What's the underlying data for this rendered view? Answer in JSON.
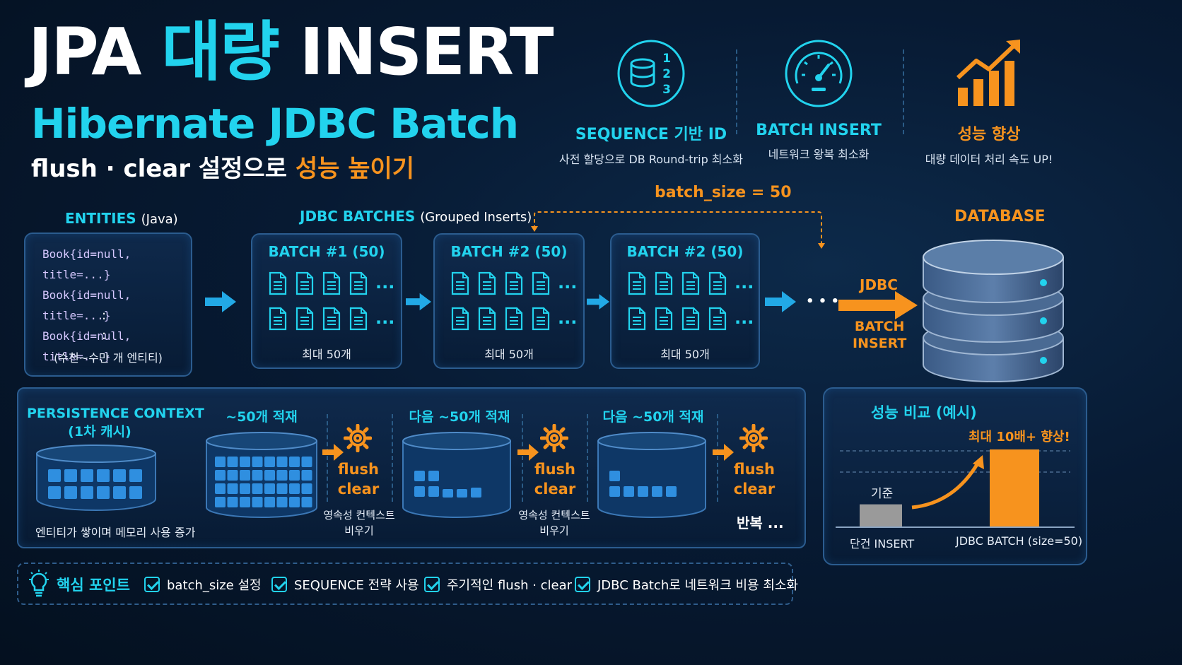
{
  "title": {
    "line1_a": "JPA ",
    "line1_b": "대량",
    "line1_c": " INSERT",
    "line2": "Hibernate JDBC Batch",
    "line3_a": "flush · clear 설정으로 ",
    "line3_b": "성능 높이기"
  },
  "features": [
    {
      "icon": "database-sequence-icon",
      "title": "SEQUENCE 기반 ID",
      "desc": "사전 할당으로 DB Round-trip 최소화",
      "digits": [
        "1",
        "2",
        "3"
      ]
    },
    {
      "icon": "speedometer-icon",
      "title": "BATCH INSERT",
      "desc": "네트워크 왕복 최소화"
    },
    {
      "icon": "growth-chart-icon",
      "title": "성능 향상",
      "desc": "대량 데이터 처리 속도 UP!"
    }
  ],
  "flow": {
    "entities_label_a": "ENTITIES",
    "entities_label_b": "(Java)",
    "entities_lines": [
      "Book{id=null, title=...}",
      "Book{id=null, title=...}",
      "Book{id=null, title=...}"
    ],
    "entities_vdots": [
      ":",
      ":"
    ],
    "entities_note": "(수천~수만 개 엔티티)",
    "batches_label_a": "JDBC BATCHES",
    "batches_label_b": "(Grouped Inserts)",
    "batch_size_label": "batch_size = 50",
    "batches": [
      {
        "title": "BATCH #1 (50)",
        "foot": "최대 50개"
      },
      {
        "title": "BATCH #2 (50)",
        "foot": "최대 50개"
      },
      {
        "title": "BATCH #2 (50)",
        "foot": "최대 50개"
      }
    ],
    "ellipsis": "...",
    "more": "• • •",
    "jdbc_label": "JDBC",
    "batch_insert_label_1": "BATCH",
    "batch_insert_label_2": "INSERT",
    "database_label": "DATABASE"
  },
  "persistence": {
    "title_1": "PERSISTENCE CONTEXT",
    "title_2": "(1차 캐시)",
    "caption": "엔티티가 쌓이며 메모리 사용 증가",
    "stages": [
      {
        "label": "~50개 적재"
      },
      {
        "label": "다음 ~50개 적재"
      },
      {
        "label": "다음 ~50개 적재"
      }
    ],
    "flush": "flush",
    "clear": "clear",
    "clear_desc_1": "영속성 컨텍스트",
    "clear_desc_2": "비우기",
    "repeat": "반복 ..."
  },
  "comparison": {
    "title": "성능 비교 (예시)",
    "highlight": "최대 10배+ 향상!",
    "baseline_label": "기준",
    "chart_data": {
      "type": "bar",
      "categories": [
        "단건 INSERT",
        "JDBC BATCH (size=50)"
      ],
      "values": [
        1,
        3.4
      ],
      "colors": [
        "#9a9a9a",
        "#f7931e"
      ]
    }
  },
  "key_points": {
    "title": "핵심 포인트",
    "items": [
      "batch_size 설정",
      "SEQUENCE 전략 사용",
      "주기적인 flush · clear",
      "JDBC Batch로 네트워크 비용 최소화"
    ]
  },
  "colors": {
    "accent": "#22d3ee",
    "orange": "#f7931e",
    "background": "#071a33"
  }
}
